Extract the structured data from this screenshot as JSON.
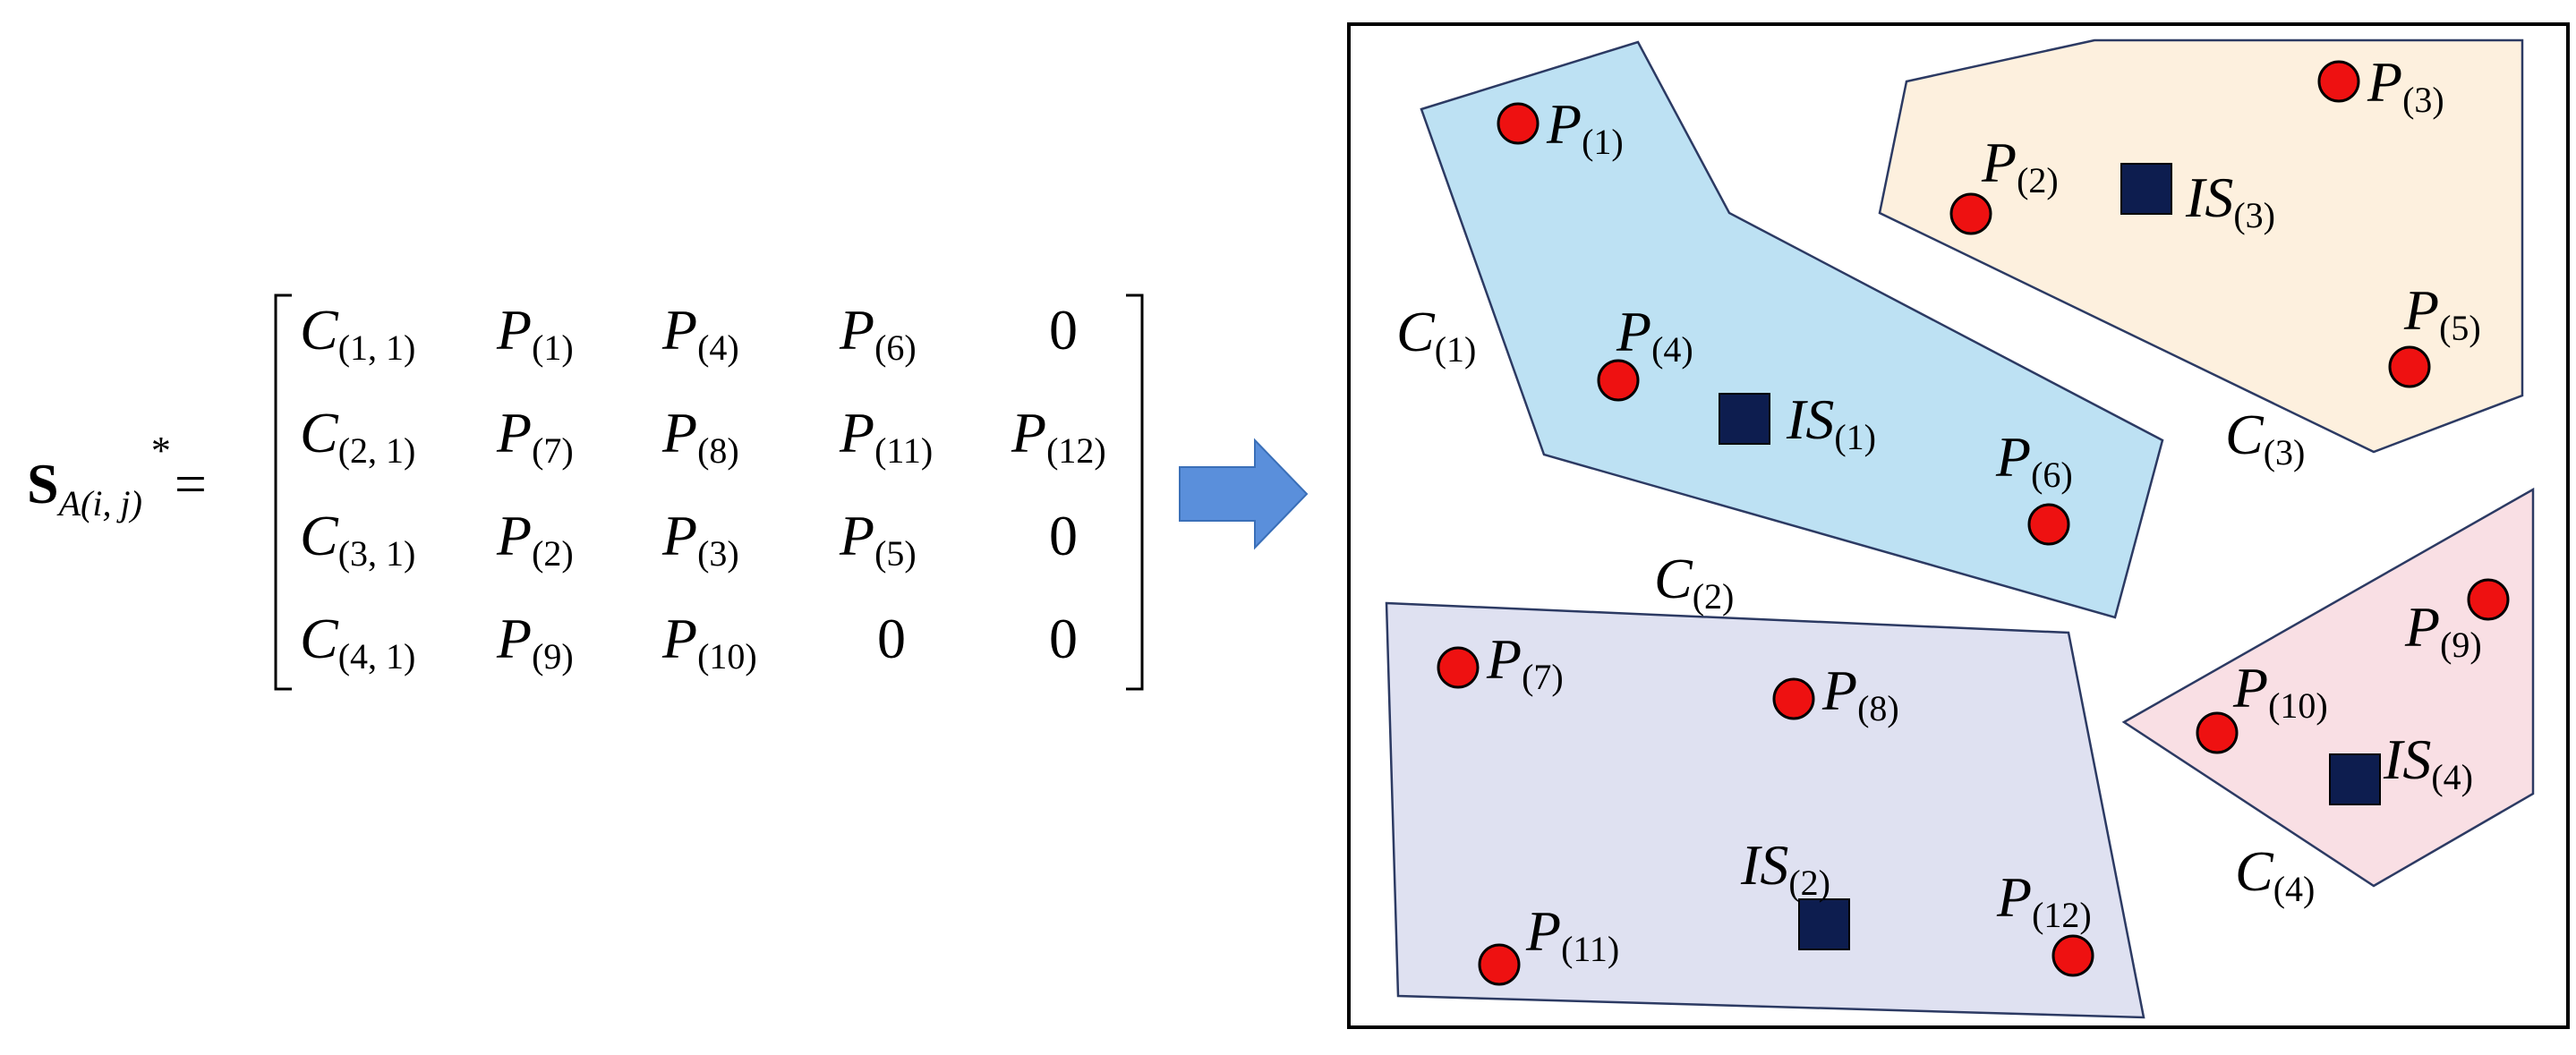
{
  "colors": {
    "cluster_1": "#bde1f3",
    "cluster_2": "#dfe1f1",
    "cluster_3": "#fdf0de",
    "cluster_4": "#f9dfe4",
    "outline": "#2c3a63",
    "sensor_fill": "#ee1111",
    "sink_fill": "#0d1d4f",
    "arrow": "#5a8fdb"
  },
  "icons": {
    "arrow": "right-arrow-icon",
    "sensor": "red-circle-icon",
    "sink": "navy-square-icon"
  },
  "equation": {
    "lhs": {
      "symbol": "S",
      "subscript": "A(i, j)",
      "superscript": "*",
      "equals": "="
    },
    "matrix": [
      [
        {
          "b": "C",
          "s": "(1, 1)"
        },
        {
          "b": "P",
          "s": "(1)"
        },
        {
          "b": "P",
          "s": "(4)"
        },
        {
          "b": "P",
          "s": "(6)"
        },
        {
          "b": "0",
          "s": ""
        }
      ],
      [
        {
          "b": "C",
          "s": "(2, 1)"
        },
        {
          "b": "P",
          "s": "(7)"
        },
        {
          "b": "P",
          "s": "(8)"
        },
        {
          "b": "P",
          "s": "(11)"
        },
        {
          "b": "P",
          "s": "(12)"
        }
      ],
      [
        {
          "b": "C",
          "s": "(3, 1)"
        },
        {
          "b": "P",
          "s": "(2)"
        },
        {
          "b": "P",
          "s": "(3)"
        },
        {
          "b": "P",
          "s": "(5)"
        },
        {
          "b": "0",
          "s": ""
        }
      ],
      [
        {
          "b": "C",
          "s": "(4, 1)"
        },
        {
          "b": "P",
          "s": "(9)"
        },
        {
          "b": "P",
          "s": "(10)"
        },
        {
          "b": "0",
          "s": ""
        },
        {
          "b": "0",
          "s": ""
        }
      ]
    ]
  },
  "clusters": [
    {
      "id": "1",
      "label": {
        "b": "C",
        "s": "(1)"
      },
      "sink": {
        "b": "IS",
        "s": "(1)"
      },
      "nodes": [
        {
          "b": "P",
          "s": "(1)"
        },
        {
          "b": "P",
          "s": "(4)"
        },
        {
          "b": "P",
          "s": "(6)"
        }
      ]
    },
    {
      "id": "2",
      "label": {
        "b": "C",
        "s": "(2)"
      },
      "sink": {
        "b": "IS",
        "s": "(2)"
      },
      "nodes": [
        {
          "b": "P",
          "s": "(7)"
        },
        {
          "b": "P",
          "s": "(8)"
        },
        {
          "b": "P",
          "s": "(11)"
        },
        {
          "b": "P",
          "s": "(12)"
        }
      ]
    },
    {
      "id": "3",
      "label": {
        "b": "C",
        "s": "(3)"
      },
      "sink": {
        "b": "IS",
        "s": "(3)"
      },
      "nodes": [
        {
          "b": "P",
          "s": "(2)"
        },
        {
          "b": "P",
          "s": "(3)"
        },
        {
          "b": "P",
          "s": "(5)"
        }
      ]
    },
    {
      "id": "4",
      "label": {
        "b": "C",
        "s": "(4)"
      },
      "sink": {
        "b": "IS",
        "s": "(4)"
      },
      "nodes": [
        {
          "b": "P",
          "s": "(9)"
        },
        {
          "b": "P",
          "s": "(10)"
        }
      ]
    }
  ]
}
